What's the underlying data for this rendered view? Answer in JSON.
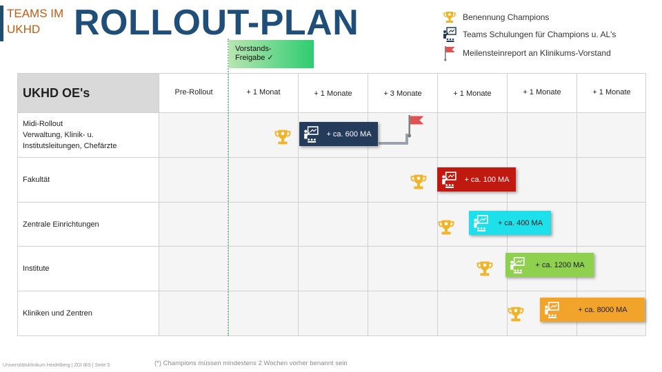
{
  "header": {
    "tag_line1": "TEAMS IM",
    "tag_line2": "UKHD",
    "title": "ROLLOUT-PLAN"
  },
  "legend": [
    {
      "icon": "trophy-icon",
      "label": "Benennung Champions"
    },
    {
      "icon": "training-icon",
      "label": "Teams Schulungen für Champions u. AL's"
    },
    {
      "icon": "flag-icon",
      "label": "Meilensteinreport an Klinikums-Vorstand"
    }
  ],
  "milestone": {
    "line1": "Vorstands-",
    "line2": "Freigabe ✓"
  },
  "table": {
    "header_title": "UKHD OE's",
    "columns": [
      "Pre-Rollout",
      "+ 1 Monat",
      "+ 1 Monate",
      "+ 3 Monate",
      "+ 1 Monate",
      "+ 1 Monate",
      "+ 1 Monate"
    ],
    "rows": [
      {
        "line1": "Midi-Rollout",
        "line2": "Verwaltung, Klinik- u.",
        "line3": "Institutsleitungen, Chefärzte"
      },
      {
        "line1": "Fakultät"
      },
      {
        "line1": "Zentrale Einrichtungen"
      },
      {
        "line1": "Institute"
      },
      {
        "line1": "Kliniken und Zentren"
      }
    ]
  },
  "bars": [
    {
      "label": "+ ca. 600 MA",
      "color": "#243b5c"
    },
    {
      "label": "+ ca. 100 MA",
      "color": "#c0190f"
    },
    {
      "label": "+ ca. 400 MA",
      "color": "#1ee0ea"
    },
    {
      "label": "+ ca. 1200 MA",
      "color": "#8fd14f"
    },
    {
      "label": "+ ca. 8000  MA",
      "color": "#f2a42a"
    }
  ],
  "colors": {
    "title": "#1f4e79",
    "tag": "#c55a11",
    "trophy": "#f0b429",
    "flag": "#e05252",
    "milestone_green": "#2ecc71"
  },
  "footer": {
    "left": "Universitätsklinikum Heidelberg | ZDI IBS | Seite 5",
    "note": "(*) Champions müssen mindestens 2 Wochen vorher benannt sein"
  }
}
